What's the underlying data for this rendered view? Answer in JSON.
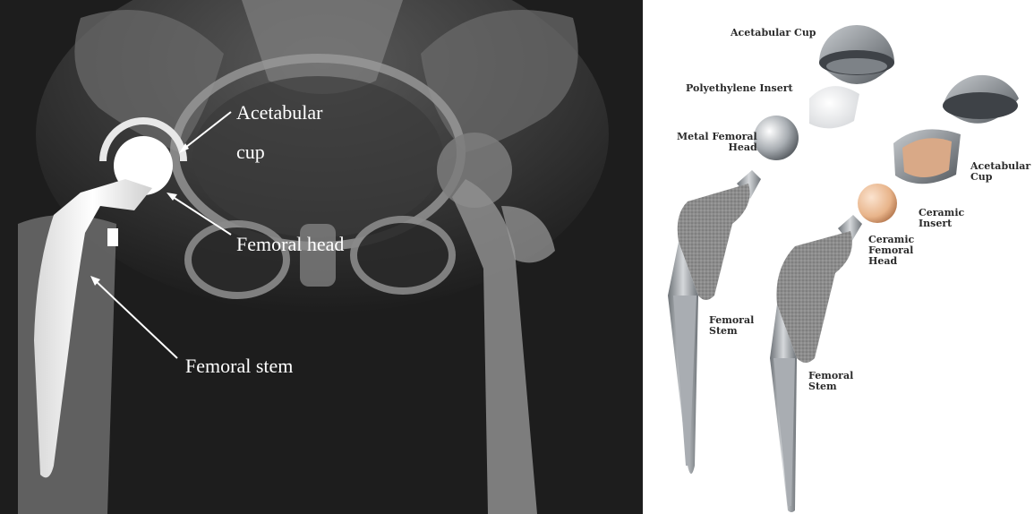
{
  "xray": {
    "labels": {
      "acetabular_cup": "Acetabular\ncup",
      "femoral_head": "Femoral head",
      "femoral_stem": "Femoral stem"
    },
    "colors": {
      "background": "#1d1d1d",
      "bone": "#bfbfbf",
      "implant": "#ffffff",
      "label": "#ffffff"
    }
  },
  "implants": {
    "labels": {
      "acetabular_cup_top": "Acetabular Cup",
      "polyethylene_insert": "Polyethylene Insert",
      "metal_femoral_head": "Metal Femoral\nHead",
      "acetabular_cup_right": "Acetabular\nCup",
      "ceramic_insert": "Ceramic\nInsert",
      "ceramic_femoral_head": "Ceramic\nFemoral\nHead",
      "femoral_stem_left": "Femoral\nStem",
      "femoral_stem_right": "Femoral\nStem"
    },
    "colors": {
      "metal": "#9a9ea3",
      "porous_coating": "#8c8c8c",
      "polyethylene": "#f2f2f2",
      "ceramic": "#e8b48a",
      "label": "#2a2a2a"
    }
  }
}
